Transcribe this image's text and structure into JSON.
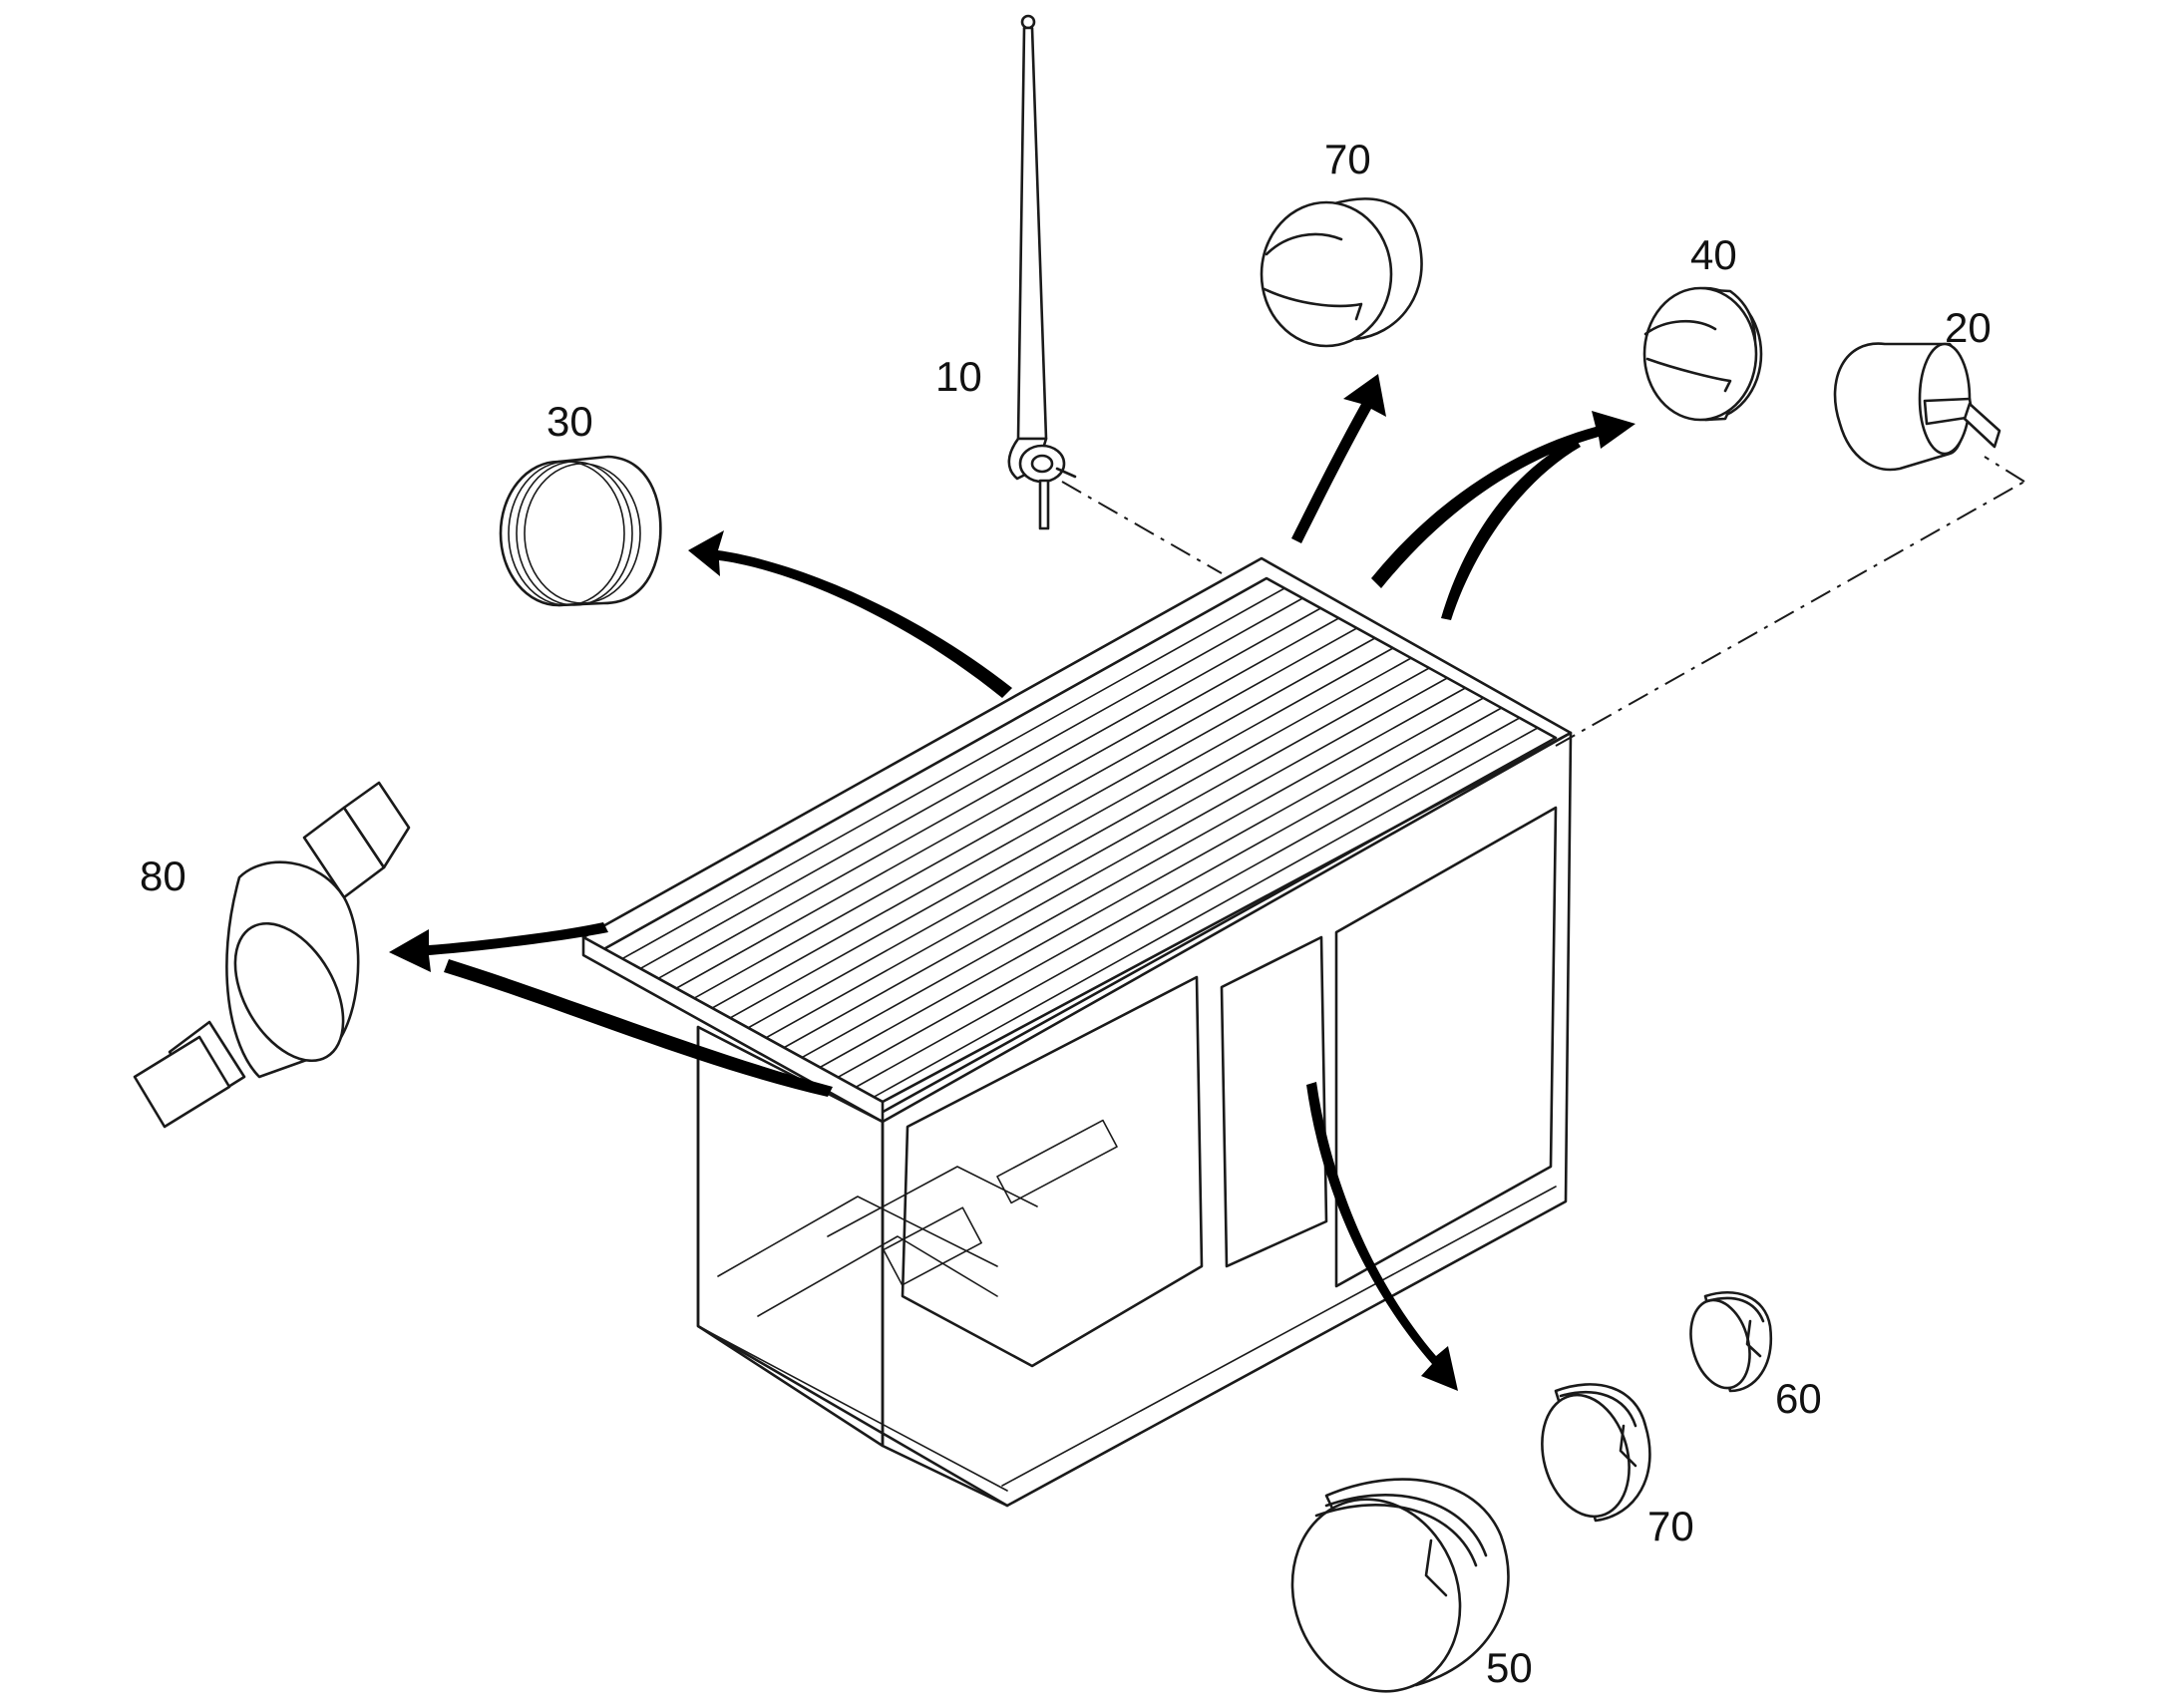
{
  "figure": {
    "background": "#ffffff",
    "line_color": "#1a1a1a",
    "arrow_color": "#000000"
  },
  "parts": [
    {
      "id": "antenna",
      "label": "10",
      "icon": "antenna-icon"
    },
    {
      "id": "plug-small-shaft",
      "label": "20",
      "icon": "shaft-plug-icon"
    },
    {
      "id": "plug-left",
      "label": "30",
      "icon": "round-plug-icon"
    },
    {
      "id": "plug-top-right",
      "label": "40",
      "icon": "round-plug-icon"
    },
    {
      "id": "plug-large-bottom",
      "label": "50",
      "icon": "round-plug-icon"
    },
    {
      "id": "plug-tiny-bottom",
      "label": "60",
      "icon": "round-plug-icon"
    },
    {
      "id": "plug-top",
      "label": "70",
      "icon": "round-plug-icon"
    },
    {
      "id": "plug-mid-bottom",
      "label": "70",
      "icon": "round-plug-icon"
    },
    {
      "id": "damper-cylinder",
      "label": "80",
      "icon": "cylinder-damper-icon"
    }
  ]
}
